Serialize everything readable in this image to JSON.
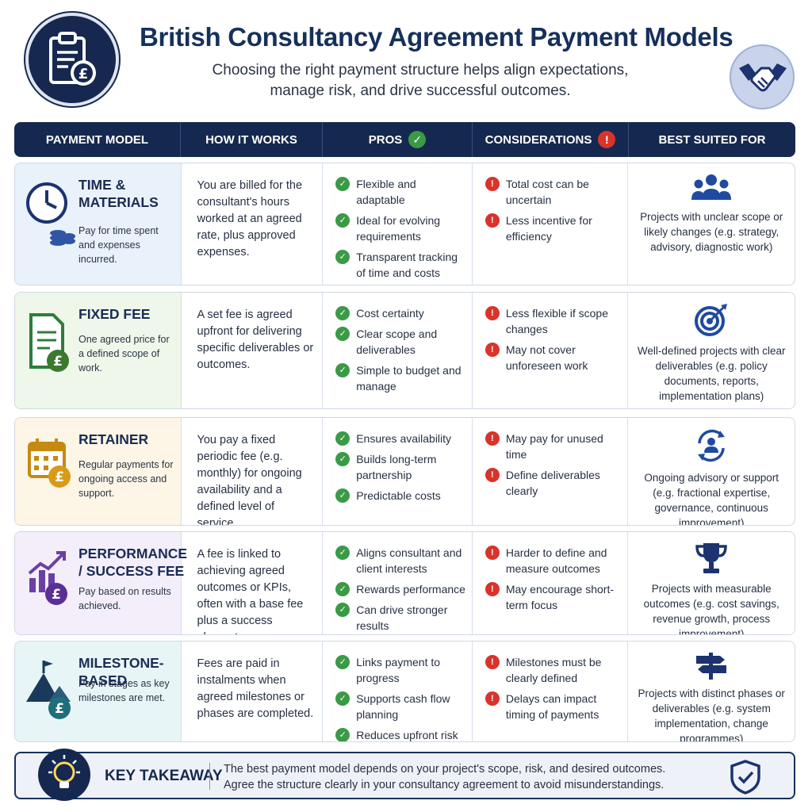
{
  "header": {
    "title": "British Consultancy Agreement Payment Models",
    "subtitle": "Choosing the right payment structure helps align expectations, manage risk, and drive successful outcomes."
  },
  "columns": {
    "model": "PAYMENT MODEL",
    "works": "HOW IT WORKS",
    "pros": "PROS",
    "considerations": "CONSIDERATIONS",
    "best": "BEST SUITED FOR"
  },
  "rows": [
    {
      "name": "TIME & MATERIALS",
      "desc": "Pay for time spent and expenses incurred.",
      "icon": "clock-coins-icon",
      "works": "You are billed for the consultant's hours worked at an agreed rate, plus approved expenses.",
      "pros": [
        "Flexible and adaptable",
        "Ideal for evolving requirements",
        "Transparent tracking of time and costs"
      ],
      "cons": [
        "Total cost can be uncertain",
        "Less incentive for efficiency"
      ],
      "best": "Projects with unclear scope or likely changes (e.g. strategy, advisory, diagnostic work)",
      "best_icon": "people-group-icon"
    },
    {
      "name": "FIXED FEE",
      "desc": "One agreed price for a defined scope of work.",
      "icon": "document-pound-icon",
      "works": "A set fee is agreed upfront for delivering specific deliverables or outcomes.",
      "pros": [
        "Cost certainty",
        "Clear scope and deliverables",
        "Simple to budget and manage"
      ],
      "cons": [
        "Less flexible if scope changes",
        "May not cover unforeseen work"
      ],
      "best": "Well-defined projects with clear deliverables (e.g. policy documents, reports, implementation plans)",
      "best_icon": "target-icon"
    },
    {
      "name": "RETAINER",
      "desc": "Regular payments for ongoing access and support.",
      "icon": "calendar-pound-icon",
      "works": "You pay a fixed periodic fee (e.g. monthly) for ongoing availability and a defined level of service.",
      "pros": [
        "Ensures availability",
        "Builds long-term partnership",
        "Predictable costs"
      ],
      "cons": [
        "May pay for unused time",
        "Define deliverables clearly"
      ],
      "best": "Ongoing advisory or support (e.g. fractional expertise, governance, continuous improvement)",
      "best_icon": "person-cycle-icon"
    },
    {
      "name": "PERFORMANCE / SUCCESS FEE",
      "desc": "Pay based on results achieved.",
      "icon": "growth-chart-icon",
      "works": "A fee is linked to achieving agreed outcomes or KPIs, often with a base fee plus a success element.",
      "pros": [
        "Aligns consultant and client interests",
        "Rewards performance",
        "Can drive stronger results"
      ],
      "cons": [
        "Harder to define and measure outcomes",
        "May encourage short-term focus"
      ],
      "best": "Projects with measurable outcomes (e.g. cost savings, revenue growth, process improvement)",
      "best_icon": "trophy-icon"
    },
    {
      "name": "MILESTONE-BASED",
      "desc": "Pay in stages as key milestones are met.",
      "icon": "mountain-flag-icon",
      "works": "Fees are paid in instalments when agreed milestones or phases are completed.",
      "pros": [
        "Links payment to progress",
        "Supports cash flow planning",
        "Reduces upfront risk"
      ],
      "cons": [
        "Milestones must be clearly defined",
        "Delays can impact timing of payments"
      ],
      "best": "Projects with distinct phases or deliverables (e.g. system implementation, change programmes)",
      "best_icon": "signpost-icon"
    }
  ],
  "footer": {
    "title": "KEY TAKEAWAY",
    "line1": "The best payment model depends on your project's scope, risk, and desired outcomes.",
    "line2": "Agree the structure clearly in your consultancy agreement to avoid misunderstandings."
  },
  "colors": {
    "navy": "#15284f",
    "green": "#3a9a46",
    "red": "#d9332b",
    "row_tints": [
      "#e9f1fb",
      "#eef7ea",
      "#fdf6e6",
      "#f3eefa",
      "#e8f5f6"
    ]
  }
}
